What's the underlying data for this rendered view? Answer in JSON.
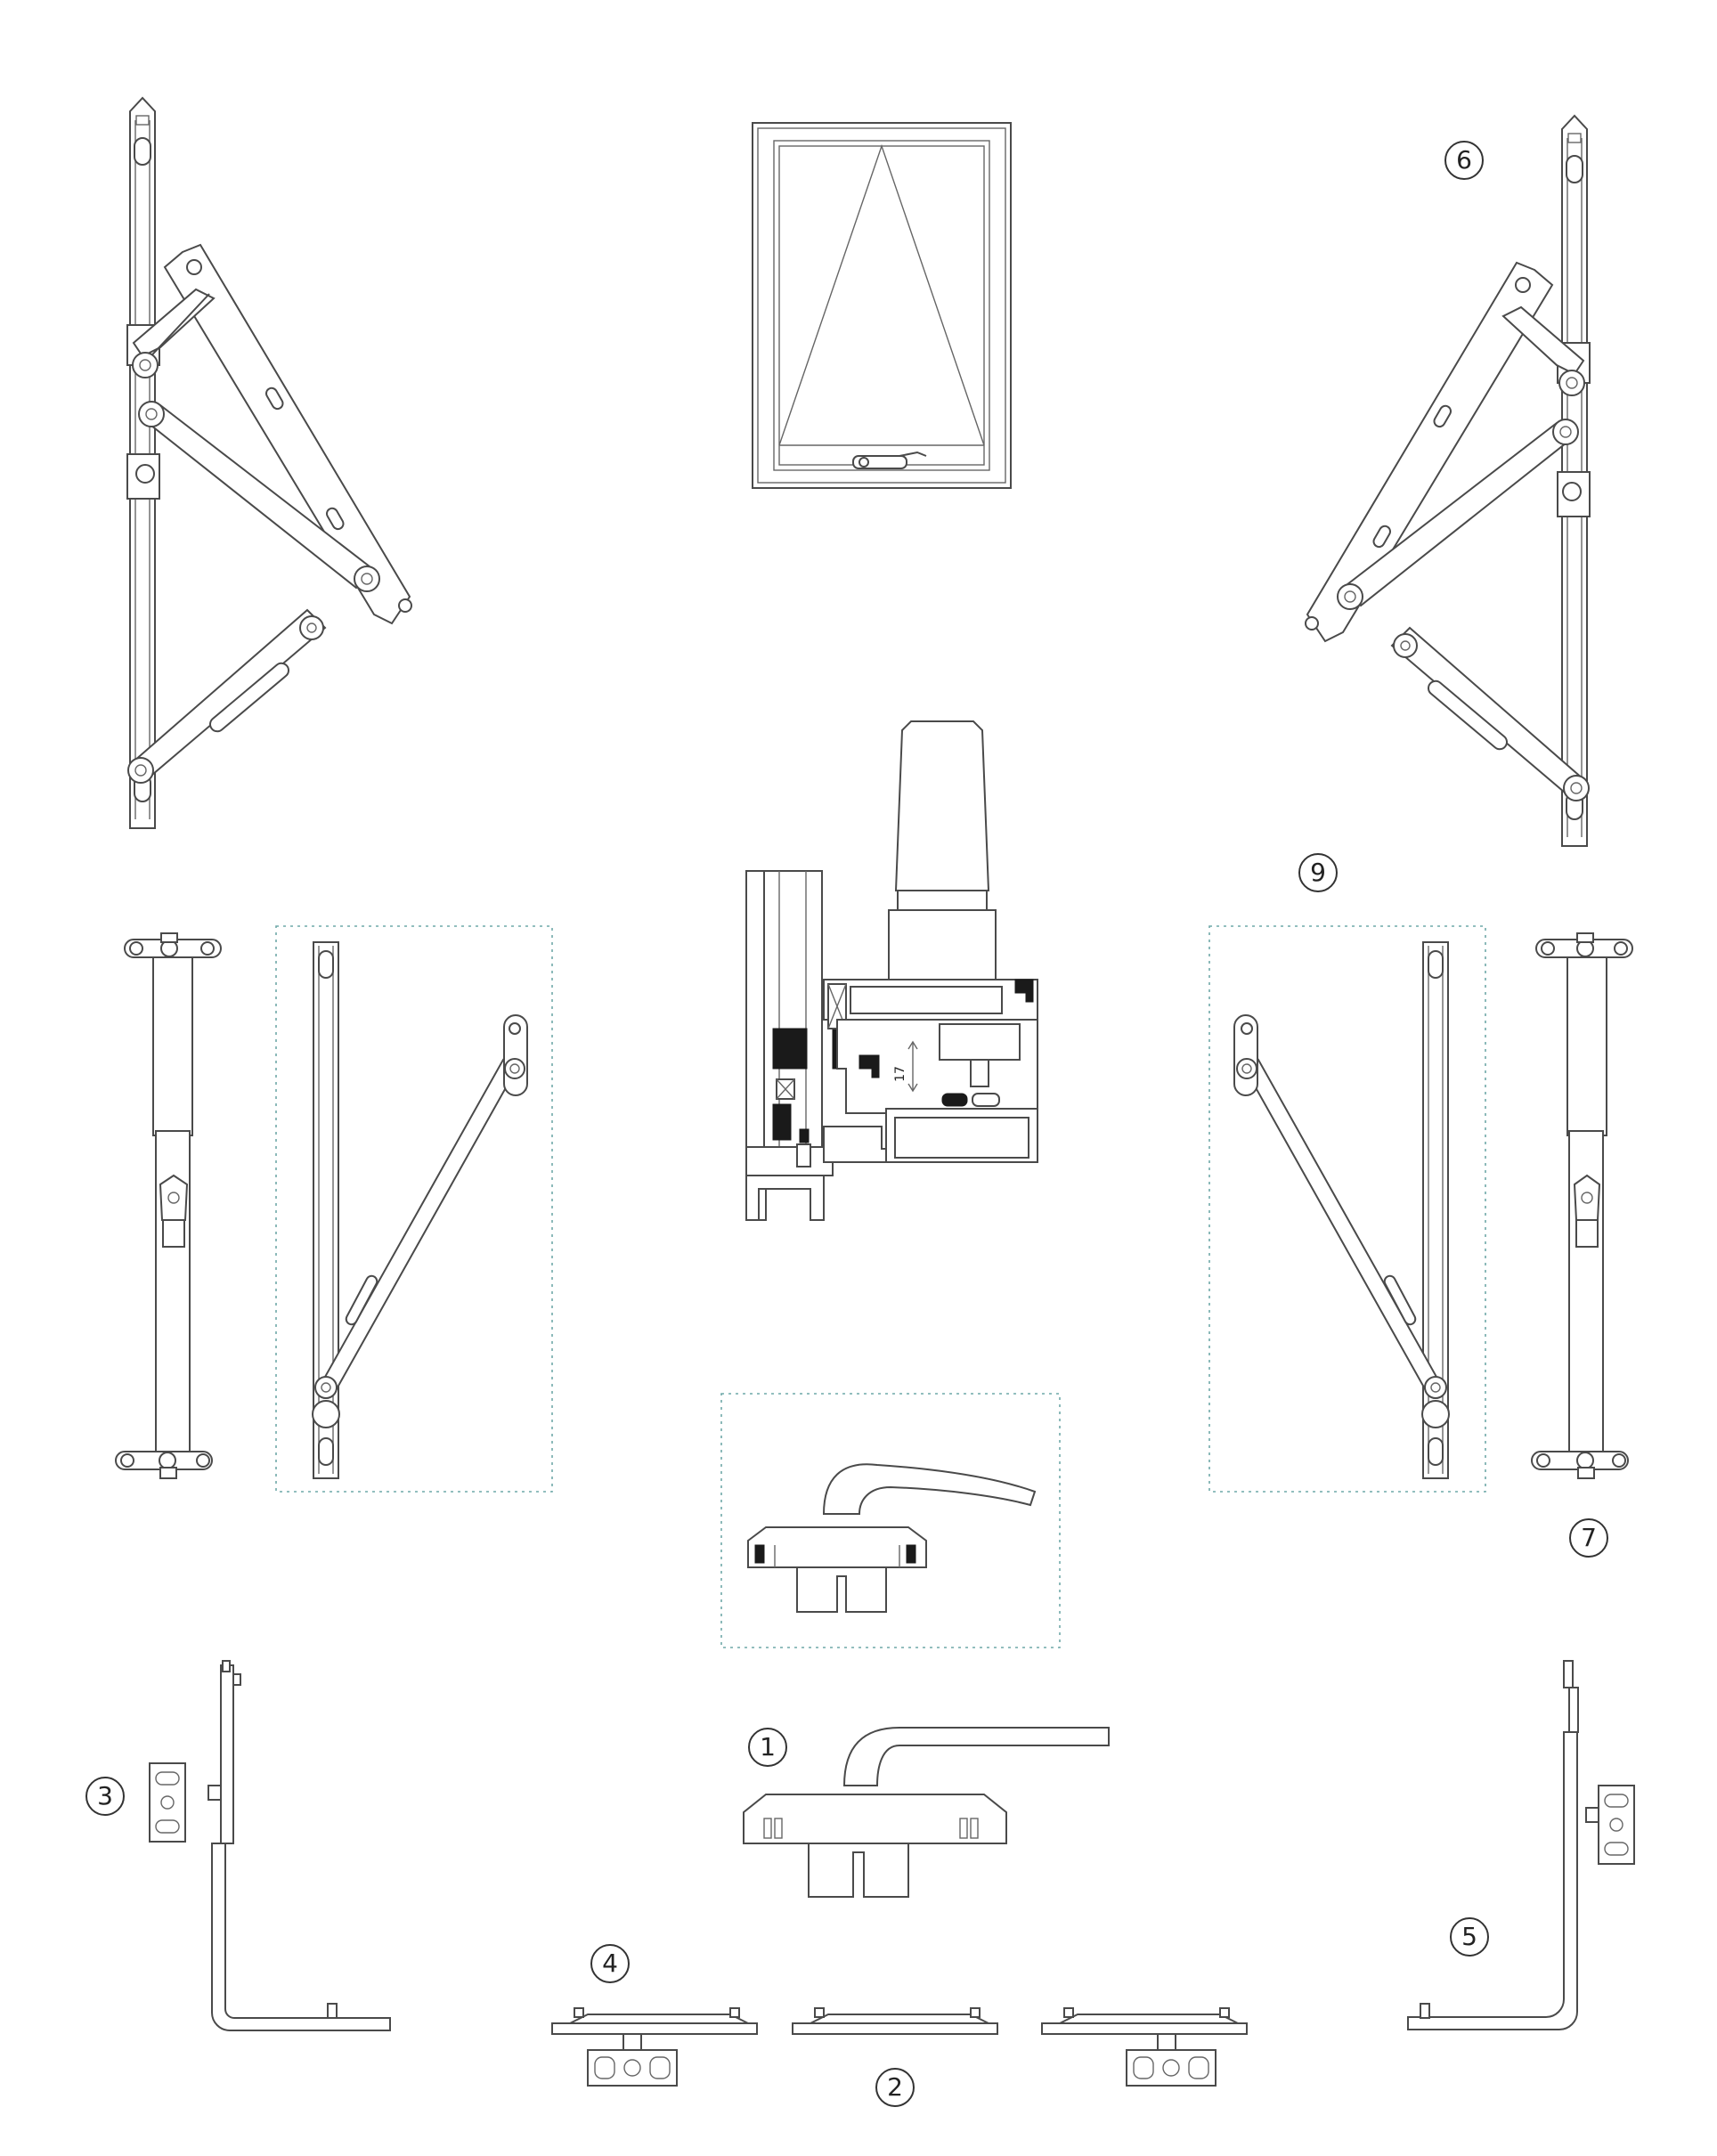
{
  "labels": {
    "n1": "1",
    "n2": "2",
    "n3": "3",
    "n4": "4",
    "n5": "5",
    "n6": "6",
    "n7": "7",
    "n9": "9"
  },
  "dimension": "17",
  "colors": {
    "line": "#4a4a4a",
    "dash": "#6fa8a8",
    "fill_dark": "#1a1a1a"
  }
}
